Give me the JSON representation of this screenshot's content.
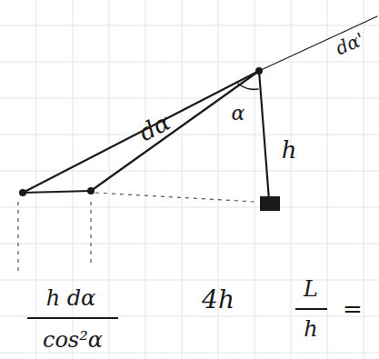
{
  "diagram": {
    "labels": [
      "dα",
      "α",
      "h",
      "dα'",
      "h dα",
      "cos²α",
      "4h",
      "L",
      "h",
      "="
    ]
  }
}
